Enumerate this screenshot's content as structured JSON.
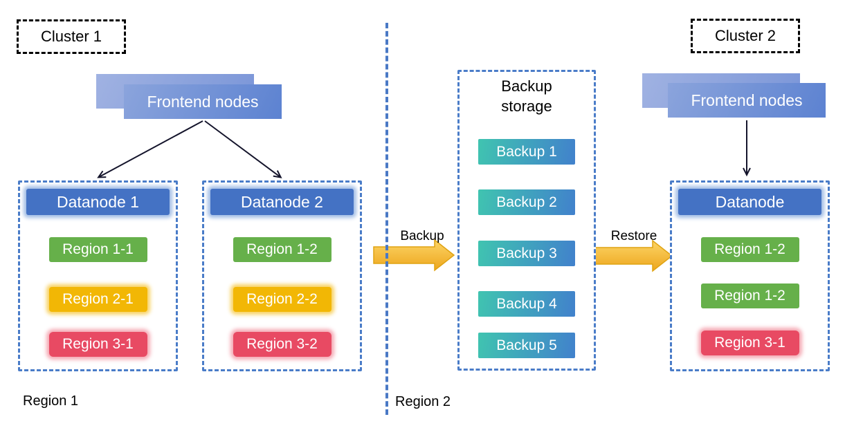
{
  "cluster1": {
    "label": "Cluster 1",
    "frontend_label": "Frontend nodes",
    "datanode1": {
      "title": "Datanode 1",
      "regions": [
        {
          "label": "Region 1-1",
          "color": "#66b04a"
        },
        {
          "label": "Region 2-1",
          "color": "#f2b705"
        },
        {
          "label": "Region 3-1",
          "color": "#e84a63"
        }
      ]
    },
    "datanode2": {
      "title": "Datanode 2",
      "regions": [
        {
          "label": "Region 1-2",
          "color": "#66b04a"
        },
        {
          "label": "Region 2-2",
          "color": "#f2b705"
        },
        {
          "label": "Region 3-2",
          "color": "#e84a63"
        }
      ]
    }
  },
  "backup_storage": {
    "title": "Backup storage",
    "items": [
      "Backup 1",
      "Backup 2",
      "Backup 3",
      "Backup 4",
      "Backup 5"
    ]
  },
  "cluster2": {
    "label": "Cluster 2",
    "frontend_label": "Frontend nodes",
    "datanode": {
      "title": "Datanode",
      "regions": [
        {
          "label": "Region 1-2",
          "color": "#66b04a"
        },
        {
          "label": "Region 1-2",
          "color": "#66b04a"
        },
        {
          "label": "Region 3-1",
          "color": "#e84a63"
        }
      ]
    }
  },
  "flows": {
    "backup_label": "Backup",
    "restore_label": "Restore"
  },
  "region_zones": {
    "left": "Region 1",
    "right": "Region 2"
  },
  "colors": {
    "datanode_header": "#4472c4",
    "container_border": "#4a7cc8",
    "region_green": "#66b04a",
    "region_yellow": "#f2b705",
    "region_red": "#e84a63",
    "backup_gradient_start": "#40c4b0",
    "backup_gradient_end": "#4181cc",
    "flow_arrow_gold": "#f5b91e",
    "frontend_blue": "#5c82d1"
  }
}
